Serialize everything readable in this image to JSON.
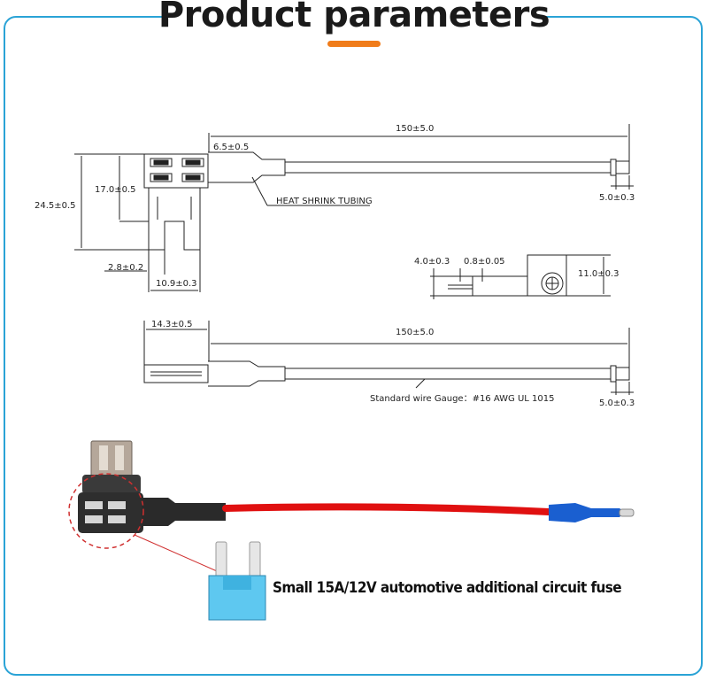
{
  "header": {
    "title": "Product parameters"
  },
  "colors": {
    "frame": "#2aa3d6",
    "accent": "#f07c1a",
    "wire": "#e01010",
    "terminal": "#1a5fd0",
    "fuse": "#5ec8f0"
  },
  "drawing_top": {
    "overall_length": "150±5.0",
    "shrink_length": "6.5±0.5",
    "heat_shrink_label": "HEAT SHRINK TUBING",
    "pin_height": "17.0±0.5",
    "total_height": "24.5±0.5",
    "blade_thickness": "2.8±0.2",
    "blade_span": "10.9±0.3",
    "terminal_width": "5.0±0.3"
  },
  "drawing_terminal": {
    "pin_diameter": "4.0±0.3",
    "wall": "0.8±0.05",
    "body_height": "11.0±0.3"
  },
  "drawing_bottom": {
    "holder_width": "14.3±0.5",
    "overall_length": "150±5.0",
    "gauge_label": "Standard wire Gauge：#16 AWG UL 1015",
    "terminal_width": "5.0±0.3"
  },
  "photo": {
    "caption": "Small 15A/12V automotive additional circuit fuse"
  }
}
